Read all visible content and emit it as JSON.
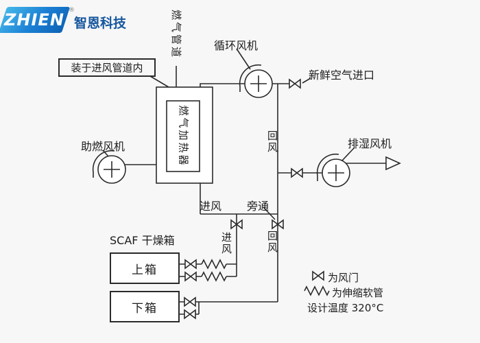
{
  "colors": {
    "line": "#2a2a2a",
    "background": "#f7f7f7",
    "logo_blue_light": "#45b7e9",
    "logo_blue_dark": "#0f62b4",
    "company_text": "#16579e"
  },
  "logo": {
    "brand": "ZHIEN",
    "registered": "®",
    "company": "智恩科技"
  },
  "labels": {
    "note_box": "装于进风管道内",
    "gas_pipe": "燃气管道",
    "heater": "燃气加热器",
    "circulation_fan": "循环风机",
    "fresh_air_inlet": "新鲜空气进口",
    "exhaust_fan": "排湿风机",
    "combustion_fan": "助燃风机",
    "air_inlet": "进风",
    "bypass": "旁通",
    "return_air_upper": "回风",
    "air_inlet_duct": "进风",
    "return_air_lower": "回风",
    "dryer_title": "SCAF 干燥箱",
    "upper_box": "上箱",
    "lower_box": "下箱"
  },
  "legend": {
    "damper": "为风门",
    "hose": "为伸缩软管",
    "design_temp": "设计温度 320°C"
  }
}
